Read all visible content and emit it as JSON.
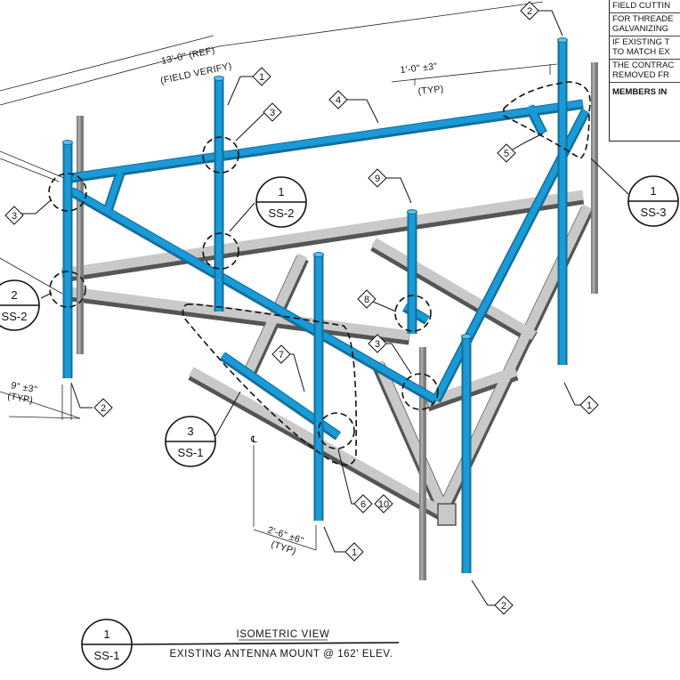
{
  "notes": {
    "lines": [
      [
        "FIELD CUTTIN"
      ],
      [
        "FOR THREADE",
        "GALVANIZING"
      ],
      [
        "IF EXISTING T",
        "TO MATCH EX"
      ],
      [
        "THE CONTRAC",
        "REMOVED FR"
      ],
      [
        "MEMBERS IN"
      ]
    ]
  },
  "dimensions": {
    "overall_top": "13'-0\" (REF)",
    "overall_bottom": "(FIELD VERIFY)",
    "spacing_top": "1'-0\" ±3\"",
    "spacing_bottom": "(TYP)",
    "left_top": "9\" ±3\"",
    "left_bottom": "(TYP)",
    "bottom_top": "2'-6\" ±6\"",
    "bottom_bottom": "(TYP)",
    "centerline": "℄"
  },
  "tags": [
    "2",
    "1",
    "3",
    "4",
    "5",
    "9",
    "8",
    "7",
    "3",
    "6",
    "10",
    "1",
    "2",
    "1",
    "2",
    "3"
  ],
  "callouts": [
    {
      "top": "1",
      "bottom": "SS-2"
    },
    {
      "top": "2",
      "bottom": "SS-2"
    },
    {
      "top": "1",
      "bottom": "SS-3"
    },
    {
      "top": "3",
      "bottom": "SS-1"
    }
  ],
  "title_block": {
    "number": "1",
    "sheet": "SS-1",
    "view": "ISOMETRIC VIEW",
    "subtitle": "EXISTING ANTENNA MOUNT @ 162' ELEV."
  },
  "colors": {
    "new_member": "#1a9ad6",
    "existing_member": "#9a9a9a",
    "linework": "#111111"
  }
}
